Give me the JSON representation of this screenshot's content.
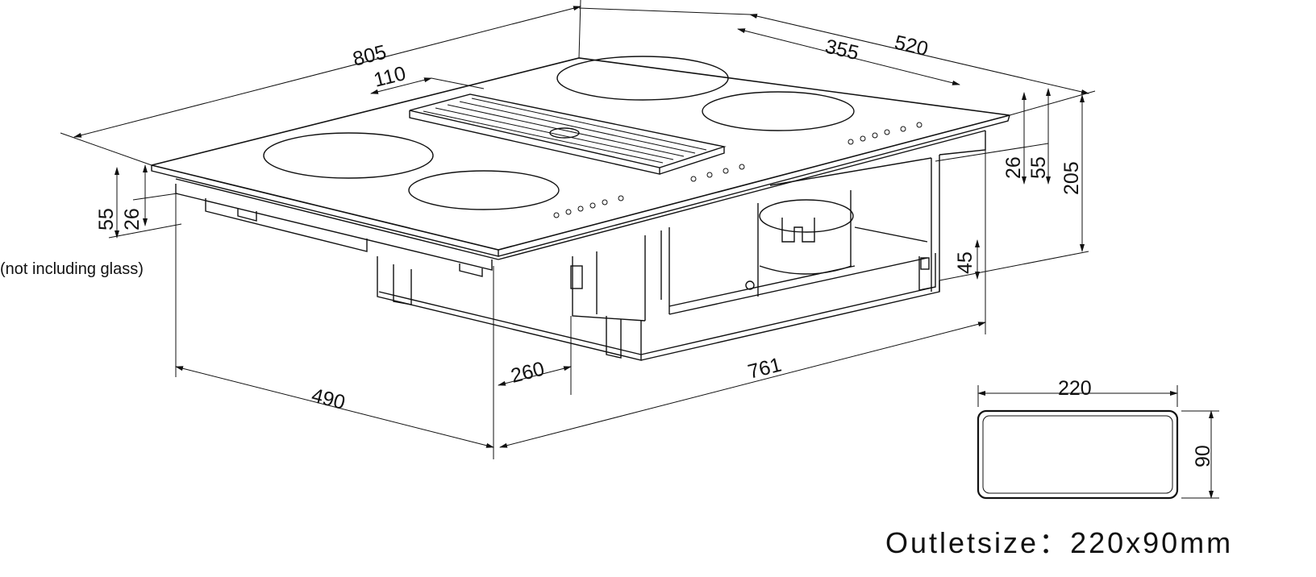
{
  "dimensions": {
    "overall_width": "805",
    "overall_depth": "520",
    "vent_offset": "110",
    "vent_to_edge": "355",
    "glass_55_left": "55",
    "glass_26_left": "26",
    "right_26": "26",
    "right_55": "55",
    "total_height": "205",
    "box_45": "45",
    "box_depth": "490",
    "box_width": "761",
    "box_260": "260",
    "outlet_width": "220",
    "outlet_height": "90"
  },
  "notes": {
    "glass_note": "(not including glass)",
    "outlet_caption": "Outletsize：220x90mm"
  }
}
